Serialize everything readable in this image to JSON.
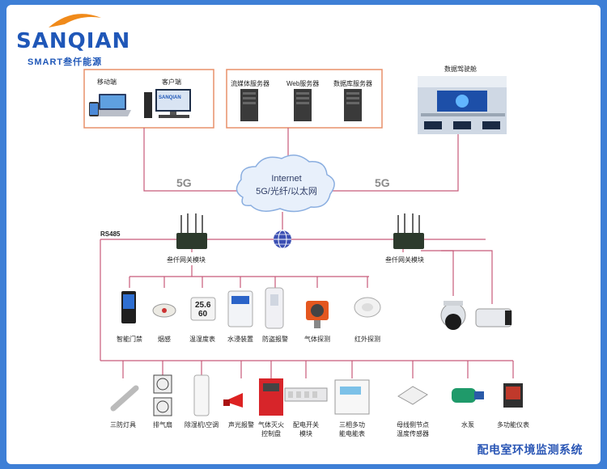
{
  "logo": {
    "brand": "SANQIAN",
    "tagline": "SMART叁仟能源"
  },
  "title": "配电室环境监测系统",
  "groups": {
    "client": {
      "mobile": "移动端",
      "pc": "客户端",
      "screen_brand": "SANQIAN"
    },
    "servers": {
      "stream": "流媒体服务器",
      "web": "Web服务器",
      "db": "数据库服务器"
    },
    "cockpit": "数据驾驶舱"
  },
  "network": {
    "name": "Internet",
    "media": "5G/光纤/以太网",
    "left_5g": "5G",
    "right_5g": "5G"
  },
  "bus": "RS485",
  "gateway_left": "叁仟网关模块",
  "gateway_right": "叁仟网关模块",
  "sensors_row1": [
    "智能门禁",
    "烟感",
    "温湿度表",
    "水浸装置",
    "防盗报警",
    "气体探测",
    "红外探测"
  ],
  "thermo_display": {
    "temp": "25.6",
    "hum": "60"
  },
  "devices_row2": [
    "三防灯具",
    "排气扇",
    "除湿机\\空调",
    "声光报警",
    "气体灭火\n控制盘",
    "配电开关\n模块",
    "三相多功\n能电能表",
    "母线侧节点\n温度传感器",
    "水泵",
    "多功能仪表"
  ],
  "colors": {
    "line": "#c75a7a",
    "box": "#e8906a",
    "title": "#2a56b5",
    "logo": "#1f57b8",
    "logo_orange": "#f08a1a"
  }
}
